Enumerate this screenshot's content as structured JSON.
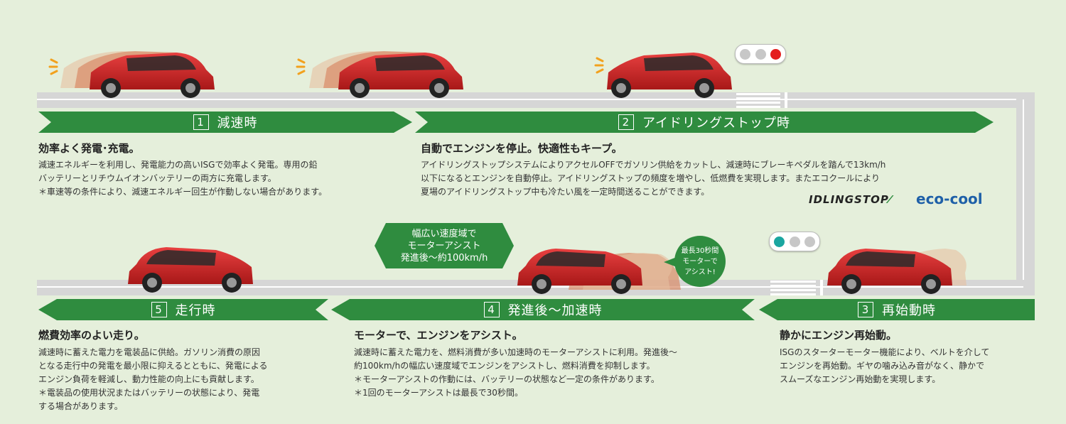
{
  "colors": {
    "background": "#e5efdb",
    "banner_green": "#2f8c3f",
    "road": "#d6d6d6",
    "car_red": "#d42a2a",
    "signal_red": "#e41e1e",
    "signal_teal": "#1aa6a0",
    "eco_blue": "#1f60a8"
  },
  "icons": [
    "car-icon",
    "traffic-signal-icon",
    "crosswalk-icon",
    "sound-wave-icon"
  ],
  "steps": [
    {
      "num": "1",
      "title": "減速時",
      "heading": "効率よく発電･充電。",
      "lines": [
        "減速エネルギーを利用し、発電能力の高いISGで効率よく発電。専用の鉛",
        "バッテリーとリチウムイオンバッテリーの両方に充電します。",
        "＊車速等の条件により、減速エネルギー回生が作動しない場合があります。"
      ]
    },
    {
      "num": "2",
      "title": "アイドリングストップ時",
      "heading": "自動でエンジンを停止。快適性もキープ。",
      "lines": [
        "アイドリングストップシステムによりアクセルOFFでガソリン供給をカットし、減速時にブレーキペダルを踏んで13km/h",
        "以下になるとエンジンを自動停止。アイドリングストップの頻度を増やし、低燃費を実現します。またエコクールにより",
        "夏場のアイドリングストップ中も冷たい風を一定時間送ることができます。"
      ]
    },
    {
      "num": "3",
      "title": "再始動時",
      "heading": "静かにエンジン再始動。",
      "lines": [
        "ISGのスターターモーター機能により、ベルトを介して",
        "エンジンを再始動。ギヤの噛み込み音がなく、静かで",
        "スムーズなエンジン再始動を実現します。"
      ]
    },
    {
      "num": "4",
      "title": "発進後～加速時",
      "heading": "モーターで、エンジンをアシスト。",
      "lines": [
        "減速時に蓄えた電力を、燃料消費が多い加速時のモーターアシストに利用。発進後～",
        "約100km/hの幅広い速度域でエンジンをアシストし、燃料消費を抑制します。",
        "＊モーターアシストの作動には、バッテリーの状態など一定の条件があります。",
        "＊1回のモーターアシストは最長で30秒間。"
      ]
    },
    {
      "num": "5",
      "title": "走行時",
      "heading": "燃費効率のよい走り。",
      "lines": [
        "減速時に蓄えた電力を電装品に供給。ガソリン消費の原因",
        "となる走行中の発電を最小限に抑えるとともに、発電による",
        "エンジン負荷を軽減し、動力性能の向上にも貢献します。",
        "＊電装品の使用状況またはバッテリーの状態により、発電",
        "する場合があります。"
      ]
    }
  ],
  "callout": {
    "lines": [
      "幅広い速度域で",
      "モーターアシスト",
      "発進後～約100km/h"
    ]
  },
  "bubble": {
    "lines": [
      "最長30秒間",
      "モーターで",
      "アシスト!"
    ]
  },
  "logos": {
    "idling": "IDLINGSTOP",
    "eco": "eco-cool"
  }
}
